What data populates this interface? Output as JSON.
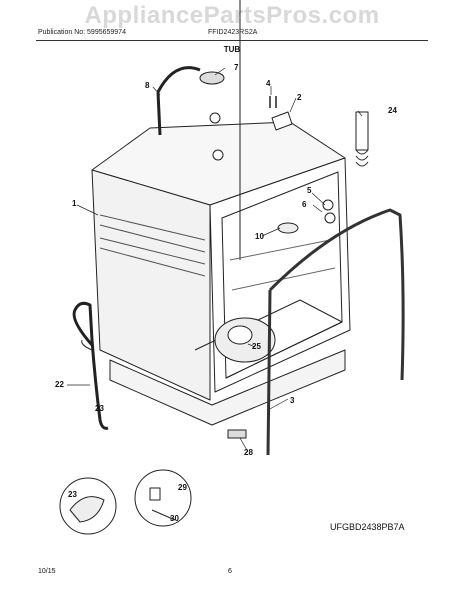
{
  "header": {
    "watermark": "AppliancePartsPros.com",
    "publication": "Publication No: 5995659974",
    "model": "FFID2423RS2A",
    "section_title": "TUB"
  },
  "callouts": [
    "1",
    "2",
    "3",
    "4",
    "5",
    "6",
    "7",
    "8",
    "10",
    "22",
    "23",
    "24",
    "25",
    "28",
    "29",
    "30"
  ],
  "inset_callouts": [
    "23",
    "29",
    "30"
  ],
  "diagram_code": "UFGBD2438PB7A",
  "footer": {
    "date": "10/15",
    "page": "6"
  }
}
